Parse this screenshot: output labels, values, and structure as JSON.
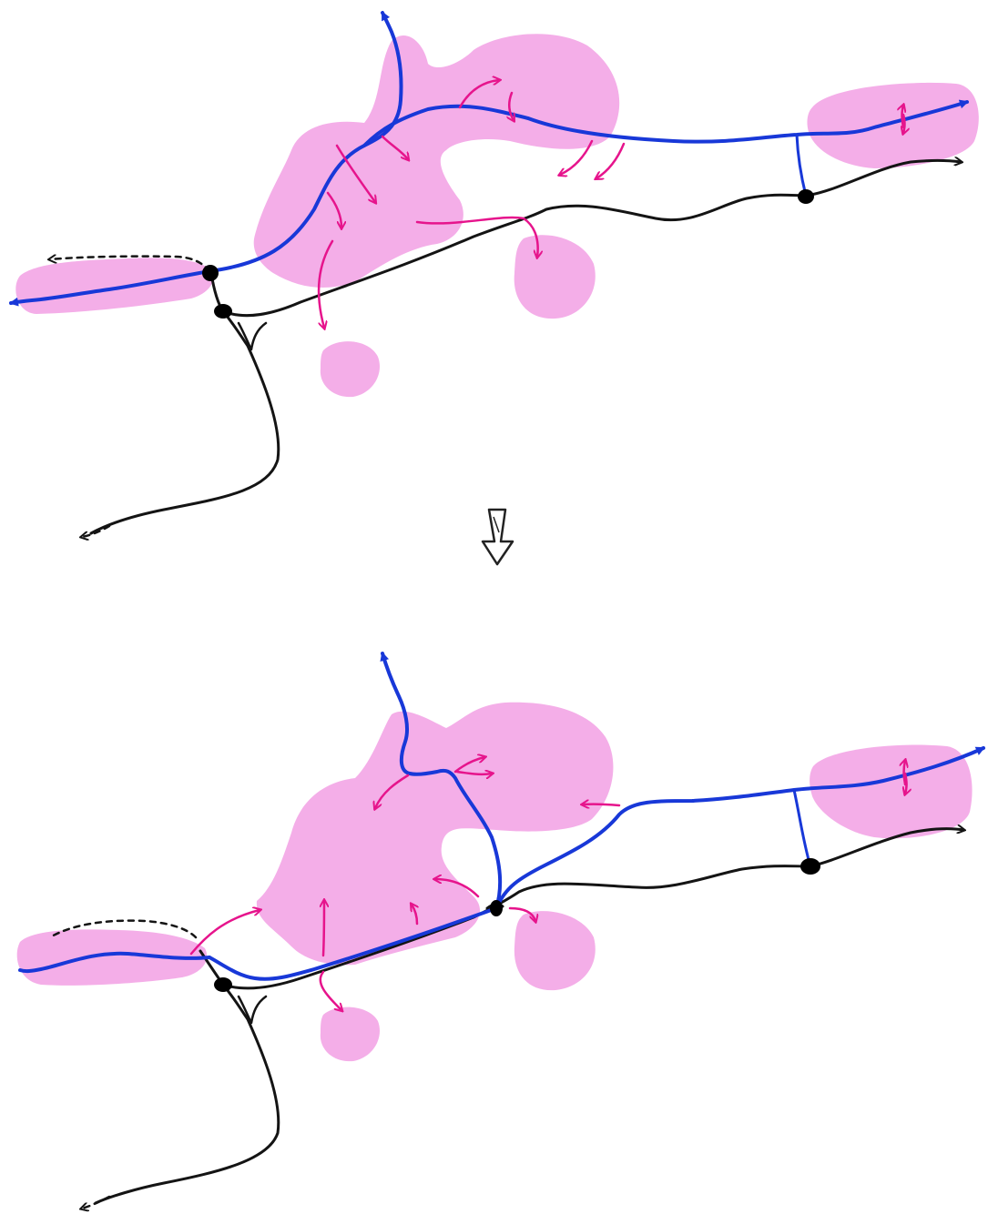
{
  "colors": {
    "zone_fill": "#f4aee8",
    "blue_route": "#1838d8",
    "black_route": "#141414",
    "flow_arrow": "#e6148c",
    "node": "#000000",
    "transition_arrow": "#222222"
  },
  "panels": [
    {
      "id": "before",
      "zones": [
        "zone-west",
        "zone-core",
        "zone-east",
        "zone-south-1",
        "zone-south-2"
      ],
      "icons": [
        "blue-route-icon",
        "black-route-icon",
        "station-node-icon",
        "flow-arrow-icon"
      ]
    },
    {
      "id": "after",
      "zones": [
        "zone-west",
        "zone-core",
        "zone-east",
        "zone-south-1",
        "zone-south-2"
      ],
      "icons": [
        "blue-route-icon",
        "black-route-icon",
        "station-node-icon",
        "flow-arrow-icon"
      ]
    }
  ],
  "transition": {
    "icon": "down-arrow-icon"
  }
}
